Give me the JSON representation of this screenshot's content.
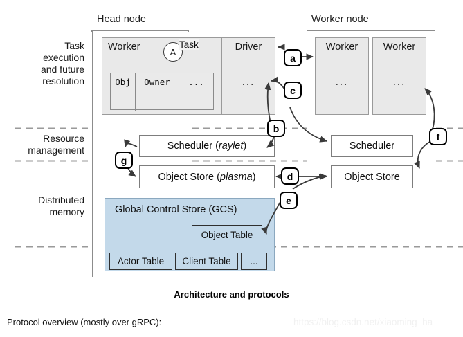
{
  "figure": {
    "caption": "Architecture and protocols",
    "footer_text": "Protocol overview (mostly over gRPC):",
    "watermark": "https://blog.csdn.net/xiaoming_ha"
  },
  "section_labels": [
    {
      "id": "task-execution",
      "lines": [
        "Task",
        "execution",
        "and future",
        "resolution"
      ]
    },
    {
      "id": "resource-management",
      "lines": [
        "Resource",
        "management"
      ]
    },
    {
      "id": "distributed-memory",
      "lines": [
        "Distributed",
        "memory"
      ]
    }
  ],
  "head_node": {
    "title": "Head node",
    "worker": {
      "label": "Worker",
      "task_circle_label": "A",
      "task_label": "Task",
      "table": {
        "headers": [
          "Obj",
          "Owner",
          "..."
        ],
        "rows": [
          [
            "",
            "",
            ""
          ]
        ]
      }
    },
    "driver": {
      "label": "Driver",
      "dots": "..."
    },
    "scheduler": {
      "label": "Scheduler (",
      "emphasis": "raylet",
      "suffix": ")"
    },
    "object_store": {
      "label": "Object Store (",
      "emphasis": "plasma",
      "suffix": ")"
    },
    "gcs": {
      "title": "Global Control Store (GCS)",
      "object_table": "Object Table",
      "tables": [
        "Actor Table",
        "Client Table",
        "..."
      ]
    }
  },
  "worker_node": {
    "title": "Worker node",
    "workers": [
      {
        "label": "Worker",
        "dots": "..."
      },
      {
        "label": "Worker",
        "dots": "..."
      }
    ],
    "scheduler": {
      "label": "Scheduler"
    },
    "object_store": {
      "label": "Object Store"
    }
  },
  "protocol_badges": [
    {
      "id": "a",
      "label": "a"
    },
    {
      "id": "b",
      "label": "b"
    },
    {
      "id": "c",
      "label": "c"
    },
    {
      "id": "d",
      "label": "d"
    },
    {
      "id": "e",
      "label": "e"
    },
    {
      "id": "f",
      "label": "f"
    },
    {
      "id": "g",
      "label": "g"
    }
  ],
  "colors": {
    "gcs_fill": "#c3d9ea",
    "box_fill": "#e9e9e9",
    "border": "#8c8c8c",
    "dashed": "#9a9a9a"
  }
}
